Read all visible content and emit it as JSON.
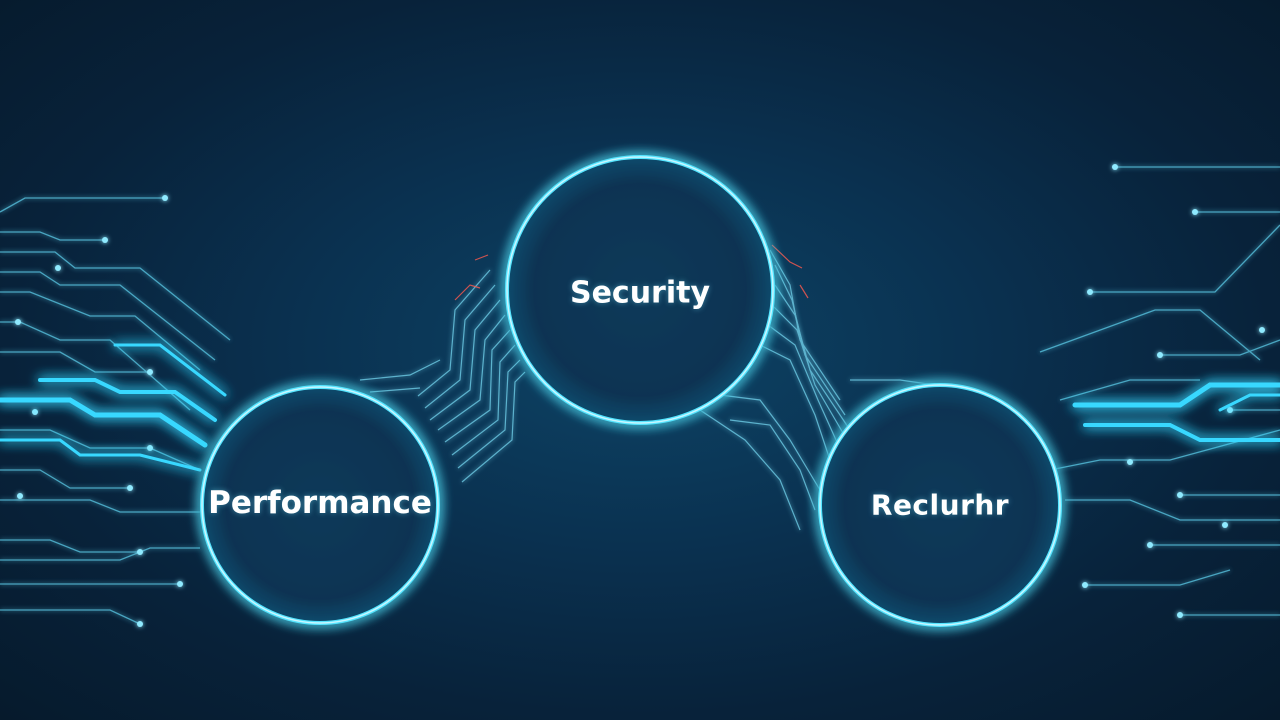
{
  "diagram": {
    "nodes": [
      {
        "id": "top",
        "label": "Security"
      },
      {
        "id": "left",
        "label": "Performance"
      },
      {
        "id": "right",
        "label": "Reclurhr"
      }
    ]
  },
  "colors": {
    "background": "#0a2236",
    "glow": "#4fe3ff",
    "circuit": "#6fdcf5",
    "accent": "#ff5a4e",
    "text": "#ffffff"
  }
}
